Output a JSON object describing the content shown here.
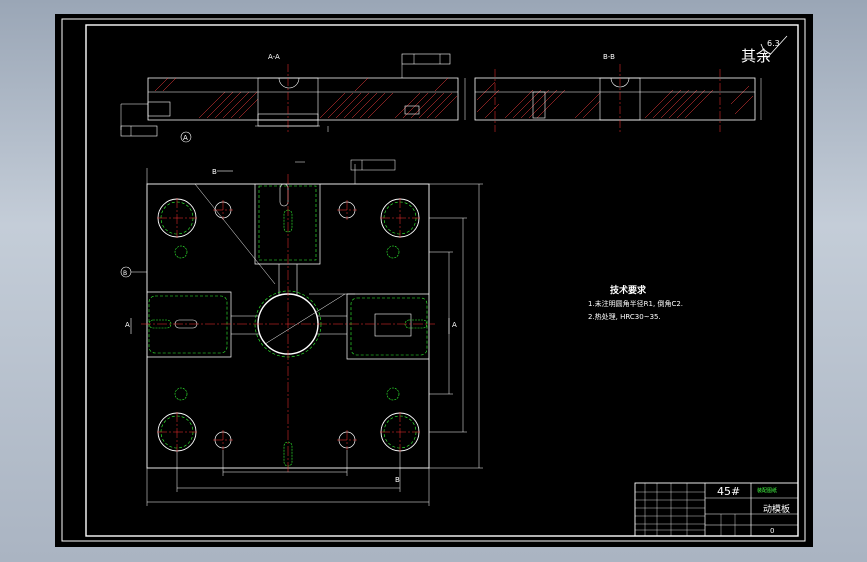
{
  "section_aa": {
    "label": "A-A"
  },
  "section_bb": {
    "label": "B-B"
  },
  "roughness": {
    "label": "其余",
    "value": "6.3"
  },
  "view_markers": {
    "a": "A",
    "b": "B"
  },
  "tech_requirements": {
    "title": "技术要求",
    "lines": [
      "1.未注明圆角半径R1, 倒角C2.",
      "2.热处理, HRC30~35."
    ]
  },
  "title_block": {
    "material": "45#",
    "part_name": "动模板",
    "part_number": "0",
    "stamp": "装配图纸"
  }
}
